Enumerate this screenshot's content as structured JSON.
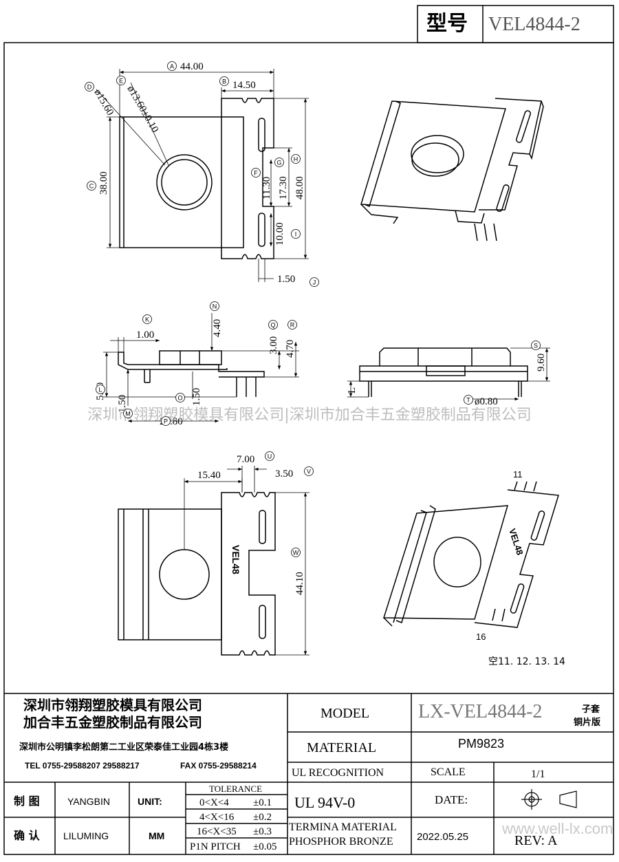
{
  "header": {
    "model_label": "型号",
    "model_value": "VEL4844-2"
  },
  "watermark": "深圳市翎翔塑胶模具有限公司|深圳市加合丰五金塑胶制品有限公司",
  "views": {
    "front": {
      "dims": {
        "A": "44.00",
        "B": "14.50",
        "C": "38.00",
        "D": "ø15.60",
        "E": "ø13.60±0.10",
        "F": "11.30",
        "G": "17.30",
        "H": "48.00",
        "I": "10.00",
        "J": "1.50"
      }
    },
    "side": {
      "dims": {
        "K": "1.00",
        "L": "5.90",
        "M": "1.50",
        "N": "4.40",
        "O": "1.50",
        "P": "20.80",
        "Q": "3.00",
        "R": "4.70"
      }
    },
    "end": {
      "dims": {
        "S": "9.60",
        "T": "ø0.80",
        "L": "L"
      }
    },
    "bottom": {
      "mark": "VEL48",
      "dims": {
        "a": "15.40",
        "U": "7.00",
        "V": "3.50",
        "W": "44.10"
      }
    },
    "iso_bottom": {
      "mark": "VEL48",
      "pin_first": "11",
      "pin_last": "16",
      "note": "空11. 12. 13. 14"
    }
  },
  "bubbles": [
    "A",
    "B",
    "C",
    "D",
    "E",
    "F",
    "G",
    "H",
    "I",
    "J",
    "K",
    "L",
    "M",
    "N",
    "O",
    "P",
    "Q",
    "R",
    "S",
    "T",
    "U",
    "V",
    "W"
  ],
  "title_block": {
    "company_cn_1": "深圳市翎翔塑胶模具有限公司",
    "company_cn_2": "加合丰五金塑胶制品有限公司",
    "address": "深圳市公明镇李松朗第二工业区荣泰佳工业园4栋3楼",
    "tel": "TEL 0755-29588207 29588217",
    "fax": "FAX 0755-29588214",
    "drawn_label": "制 图",
    "drawn_by": "YANGBIN",
    "checked_label": "确 认",
    "checked_by": "LILUMING",
    "unit_label": "UNIT:",
    "unit_value": "MM",
    "tolerance_title": "TOLERANCE",
    "tolerance_rows": [
      {
        "range": "0<X<4",
        "tol": "±0.1"
      },
      {
        "range": "4<X<16",
        "tol": "±0.2"
      },
      {
        "range": "16<X<35",
        "tol": "±0.3"
      },
      {
        "range": "P1N PITCH",
        "tol": "±0.05"
      }
    ],
    "model_label": "MODEL",
    "model_value": "LX-VEL4844-2",
    "model_note_1": "子套",
    "model_note_2": "铜片版",
    "material_label": "MATERIAL",
    "material_value": "PM9823",
    "ul_label": "UL RECOGNITION",
    "ul_value": "UL 94V-0",
    "scale_label": "SCALE",
    "scale_value": "1/1",
    "date_label": "DATE:",
    "date_value": "2022.05.25",
    "terminal_label_1": "TERMINA MATERIAL",
    "terminal_label_2": "PHOSPHOR BRONZE",
    "rev_label": "REV: A",
    "site_watermark": "www.well-lx.com"
  }
}
